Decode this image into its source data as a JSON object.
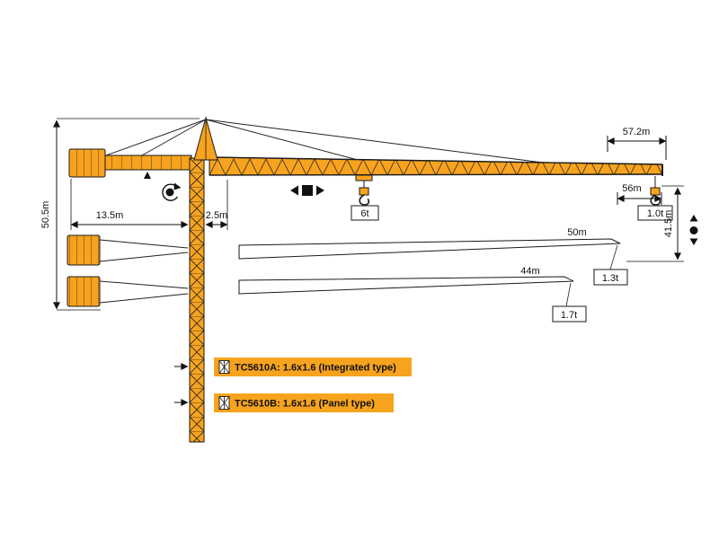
{
  "crane": {
    "type_label": "tower-crane-load-diagram",
    "colors": {
      "crane_orange": "#F7A31E",
      "outline": "#1a1a1a",
      "label_bg": "#F7A31E"
    },
    "dims": {
      "d572": "57.2m",
      "d56": "56m",
      "d505": "50.5m",
      "d135": "13.5m",
      "d25": "2.5m",
      "d415": "41.5m",
      "d50": "50m",
      "d44": "44m"
    },
    "loads": {
      "mid": "6t",
      "t10": "1.0t",
      "t13": "1.3t",
      "t17": "1.7t"
    },
    "models": {
      "a": "TC5610A: 1.6x1.6 (Integrated type)",
      "b": "TC5610B: 1.6x1.6 (Panel type)"
    },
    "icons": [
      "slewing-icon",
      "trolley-travel-icon",
      "hook-lift-icon",
      "mast-section-icon"
    ]
  }
}
